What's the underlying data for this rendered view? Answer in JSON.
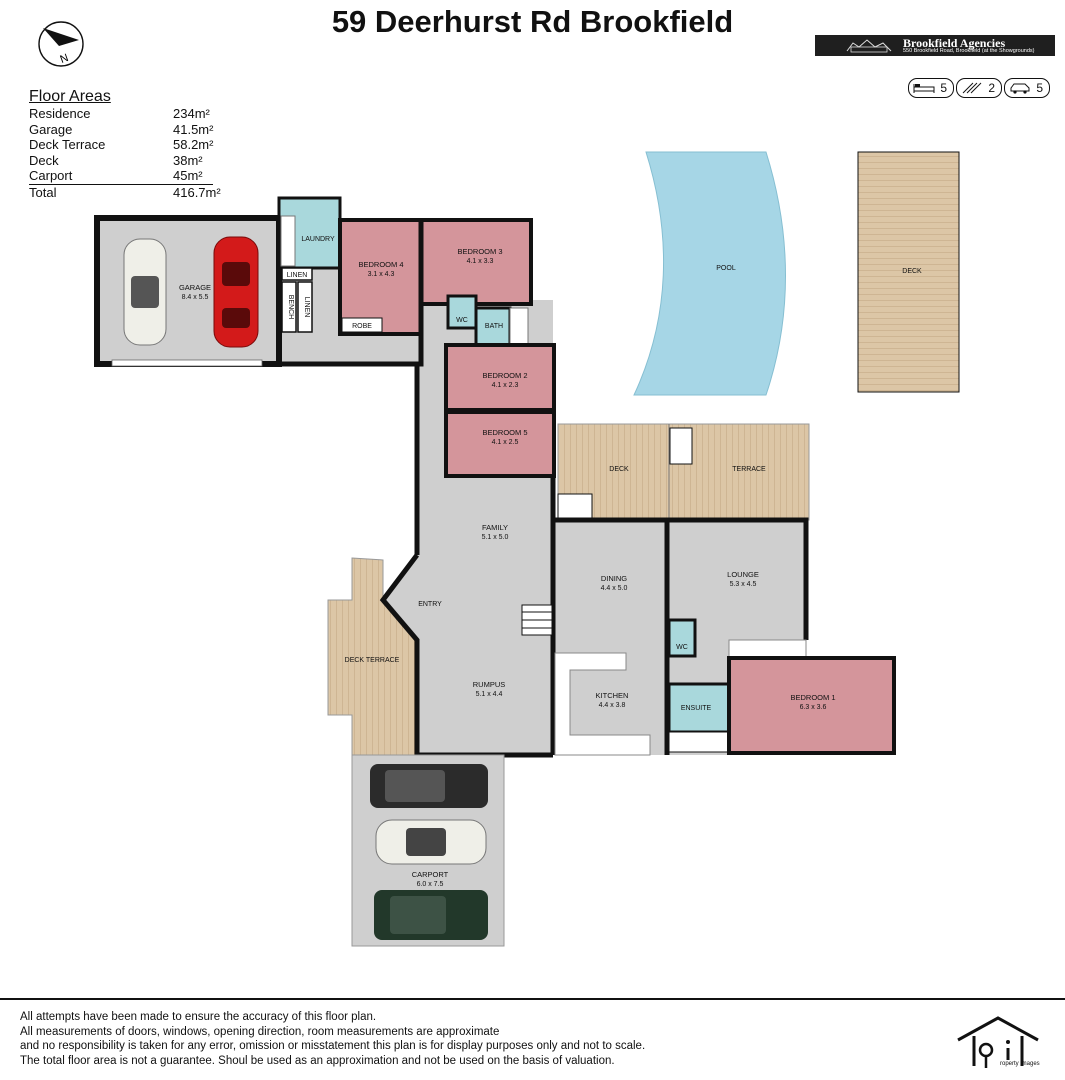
{
  "title": "59 Deerhurst Rd Brookfield",
  "compass": {
    "label": "N",
    "icon": "north-arrow-icon"
  },
  "agency": {
    "name": "Brookfield Agencies",
    "address": "550 Brookfield Road, Brookfield (at the Showgrounds)",
    "icon": "building-logo-icon"
  },
  "badges": [
    {
      "icon": "bed-icon",
      "value": "5"
    },
    {
      "icon": "bath-icon",
      "value": "2"
    },
    {
      "icon": "car-icon",
      "value": "5"
    }
  ],
  "floor_areas": {
    "heading": "Floor Areas",
    "rows": [
      {
        "label": "Residence",
        "value": "234m²"
      },
      {
        "label": "Garage",
        "value": "41.5m²"
      },
      {
        "label": "Deck Terrace",
        "value": "58.2m²"
      },
      {
        "label": "Deck",
        "value": "38m²"
      },
      {
        "label": "Carport",
        "value": "45m²"
      }
    ],
    "total": {
      "label": "Total",
      "value": "416.7m²"
    }
  },
  "rooms": {
    "garage": {
      "name": "GARAGE",
      "dims": "8.4 x 5.5"
    },
    "laundry": {
      "name": "LAUNDRY"
    },
    "linen1": {
      "name": "LINEN"
    },
    "linen2": {
      "name": "LINEN"
    },
    "bench": {
      "name": "BENCH"
    },
    "bedroom4": {
      "name": "BEDROOM 4",
      "dims": "3.1 x 4.3"
    },
    "robe": {
      "name": "ROBE"
    },
    "bedroom3": {
      "name": "BEDROOM 3",
      "dims": "4.1 x 3.3"
    },
    "wc1": {
      "name": "WC"
    },
    "bath": {
      "name": "BATH"
    },
    "bedroom2": {
      "name": "BEDROOM 2",
      "dims": "4.1 x 2.3"
    },
    "bedroom5": {
      "name": "BEDROOM 5",
      "dims": "4.1 x 2.5"
    },
    "pool": {
      "name": "POOL"
    },
    "deck_right": {
      "name": "DECK"
    },
    "deck": {
      "name": "DECK"
    },
    "terrace": {
      "name": "TERRACE"
    },
    "family": {
      "name": "FAMILY",
      "dims": "5.1 x 5.0"
    },
    "dining": {
      "name": "DINING",
      "dims": "4.4 x 5.0"
    },
    "lounge": {
      "name": "LOUNGE",
      "dims": "5.3 x 4.5"
    },
    "entry": {
      "name": "ENTRY"
    },
    "deck_terrace": {
      "name": "DECK TERRACE"
    },
    "rumpus": {
      "name": "RUMPUS",
      "dims": "5.1 x 4.4"
    },
    "kitchen": {
      "name": "KITCHEN",
      "dims": "4.4 x 3.8"
    },
    "wc2": {
      "name": "WC"
    },
    "ensuite": {
      "name": "ENSUITE"
    },
    "bedroom1": {
      "name": "BEDROOM 1",
      "dims": "6.3 x 3.6"
    },
    "carport": {
      "name": "CARPORT",
      "dims": "6.0 x 7.5"
    }
  },
  "colors": {
    "bedroom": "#d4959b",
    "wet_area": "#a9d8dc",
    "floor": "#cfcfcf",
    "deck": "#dcc6a6",
    "pool": "#a6d6e6",
    "wall": "#111111"
  },
  "disclaimer": [
    "All attempts have been made to ensure the accuracy of this floor plan.",
    "All measurements of doors, windows, opening direction, room measurements are approximate",
    "and no responsibility is taken for any error, omission or misstatement this plan is for display purposes only and not to scale.",
    "The total floor area is not a guarantee. Shoul be used as an approximation and not be used on the basis of valuation."
  ],
  "brand": {
    "text": "roperty images",
    "icon": "house-camera-logo-icon"
  }
}
